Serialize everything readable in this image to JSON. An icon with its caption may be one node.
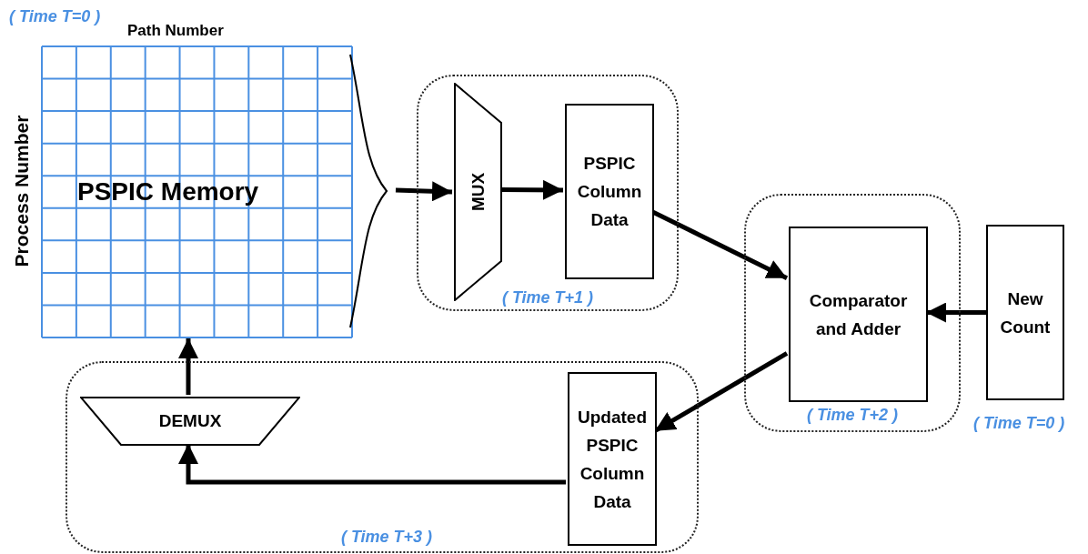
{
  "diagram": {
    "nodes": [
      {
        "text": [
          "PSPIC Memory"
        ],
        "beside": [
          "( Time T=0 )",
          "Path Number",
          "Process Number"
        ]
      },
      {
        "text": [
          "( Time T+1 )"
        ]
      },
      {
        "text": [
          "MUX"
        ],
        "in": 1
      },
      {
        "text": [
          "PSPIC Column Data"
        ],
        "in": 1
      },
      {
        "text": [
          "( Time T+2 )"
        ]
      },
      {
        "text": [
          "Comparator and Adder"
        ],
        "in": 4
      },
      {
        "text": [
          "New Count"
        ],
        "beside": [
          "( Time T=0 )"
        ]
      },
      {
        "text": [
          "( Time T+3 )"
        ]
      },
      {
        "text": [
          "DEMUX"
        ],
        "in": 7
      },
      {
        "text": [
          "Updated PSPIC Column Data"
        ],
        "in": 7
      }
    ],
    "edges": [
      {
        "from": 0,
        "to": 2,
        "arrow": "to"
      },
      {
        "from": 2,
        "to": 3,
        "arrow": "to"
      },
      {
        "from": 3,
        "to": 5,
        "arrow": "to"
      },
      {
        "from": 6,
        "to": 5,
        "arrow": "to"
      },
      {
        "from": 5,
        "to": 9,
        "arrow": "to"
      },
      {
        "from": 9,
        "to": 8,
        "arrow": "to"
      },
      {
        "from": 8,
        "to": 0,
        "arrow": "to"
      }
    ]
  }
}
